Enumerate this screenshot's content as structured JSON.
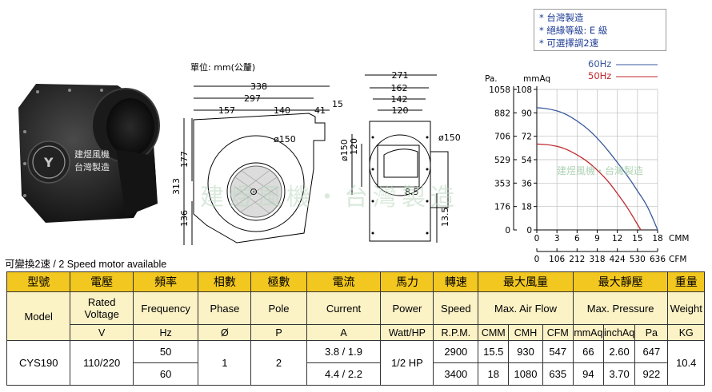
{
  "notes": [
    "* 台灣製造",
    "* 絕緣等級: E 級",
    "* 可選擇調2速"
  ],
  "photo": {
    "label_line1": "建煜風機",
    "label_line2": "台灣製造"
  },
  "drawing": {
    "units": "單位: mm(公釐)",
    "dim_338": "338",
    "dim_297": "297",
    "dim_157": "157",
    "dim_140": "140",
    "dim_41": "41",
    "dim_15": "15",
    "dim_177": "177",
    "dim_313": "313",
    "dim_136": "136",
    "dim_phi150_front": "ø150",
    "dim_phi150_vertical": "ø150",
    "dim_271": "271",
    "dim_162": "162",
    "dim_142": "142",
    "dim_120": "120",
    "dim_120_vertical": "120",
    "dim_phi150_side": "ø150",
    "dim_8_5": "8.5",
    "dim_13_5": "13.5"
  },
  "watermark": "建煜風機・台灣製造",
  "two_speed_note": "可變換2速 / 2 Speed motor available",
  "chart_data": {
    "type": "line",
    "title": "",
    "xlabel": "CMM / CFM",
    "ylabel": "Pa / mmAq",
    "y_unit_pa": "Pa.",
    "y_unit_mmaq": "mmAq",
    "x_unit_cmm": "CMM",
    "x_unit_cfm": "CFM",
    "xlim": [
      0,
      18
    ],
    "ylim": [
      0,
      108
    ],
    "x_ticks_cmm": [
      "0",
      "3",
      "6",
      "9",
      "12",
      "15",
      "18"
    ],
    "x_ticks_cfm": [
      "0",
      "106",
      "212",
      "318",
      "424",
      "530",
      "636"
    ],
    "y_ticks_pa": [
      "1058",
      "882",
      "706",
      "529",
      "353",
      "176",
      "0"
    ],
    "y_ticks_mmaq": [
      "108",
      "90",
      "72",
      "54",
      "36",
      "18",
      "0"
    ],
    "y_tick_values_mmaq": [
      108,
      90,
      72,
      54,
      36,
      18,
      0
    ],
    "x_tick_values_cmm": [
      0,
      3,
      6,
      9,
      12,
      15,
      18
    ],
    "legend_position": "top-right",
    "watermark": "建煜風機・台灣製造",
    "series": [
      {
        "name": "60Hz",
        "color": "#3a5a9c",
        "x": [
          0,
          2,
          4,
          6,
          8,
          10,
          12,
          14,
          15,
          16.3,
          17.2,
          18
        ],
        "y": [
          94,
          93,
          90,
          84,
          76,
          65,
          52,
          38,
          30,
          20,
          10,
          0
        ]
      },
      {
        "name": "50Hz",
        "color": "#c0282e",
        "x": [
          0,
          2,
          4,
          6,
          8,
          10,
          11,
          12,
          13,
          14,
          14.8,
          15.5
        ],
        "y": [
          66,
          65.5,
          63,
          58,
          51,
          41,
          35,
          28,
          21,
          13,
          6,
          0
        ]
      }
    ]
  },
  "table": {
    "h1": {
      "model": "型號",
      "voltage": "電壓",
      "frequency": "頻率",
      "phase": "相數",
      "pole": "極數",
      "current": "電流",
      "power": "馬力",
      "speed": "轉速",
      "airflow": "最大風量",
      "pressure": "最大靜壓",
      "weight": "重量"
    },
    "h2": {
      "model": "Model",
      "voltage_line1": "Rated",
      "voltage_line2": "Voltage",
      "frequency": "Frequency",
      "phase": "Phase",
      "pole": "Pole",
      "current": "Current",
      "power": "Power",
      "speed": "Speed",
      "airflow": "Max. Air Flow",
      "pressure": "Max. Pressure",
      "weight": "Weight"
    },
    "h3": {
      "voltage": "V",
      "frequency": "Hz",
      "phase": "Ø",
      "pole": "P",
      "current": "A",
      "power": "Watt/HP",
      "speed": "R.P.M.",
      "cmm": "CMM",
      "cmh": "CMH",
      "cfm": "CFM",
      "mmaq": "mmAq",
      "inchaq": "inchAq",
      "pa": "Pa",
      "weight": "KG"
    },
    "model": "CYS190",
    "voltage": "110/220",
    "phase": "1",
    "pole": "2",
    "power": "1/2 HP",
    "weight": "10.4",
    "rows": [
      {
        "frequency": "50",
        "current": "3.8 / 1.9",
        "speed": "2900",
        "cmm": "15.5",
        "cmh": "930",
        "cfm": "547",
        "mmaq": "66",
        "inchaq": "2.60",
        "pa": "647"
      },
      {
        "frequency": "60",
        "current": "4.4 / 2.2",
        "speed": "3400",
        "cmm": "18",
        "cmh": "1080",
        "cfm": "635",
        "mmaq": "94",
        "inchaq": "3.70",
        "pa": "922"
      }
    ]
  }
}
